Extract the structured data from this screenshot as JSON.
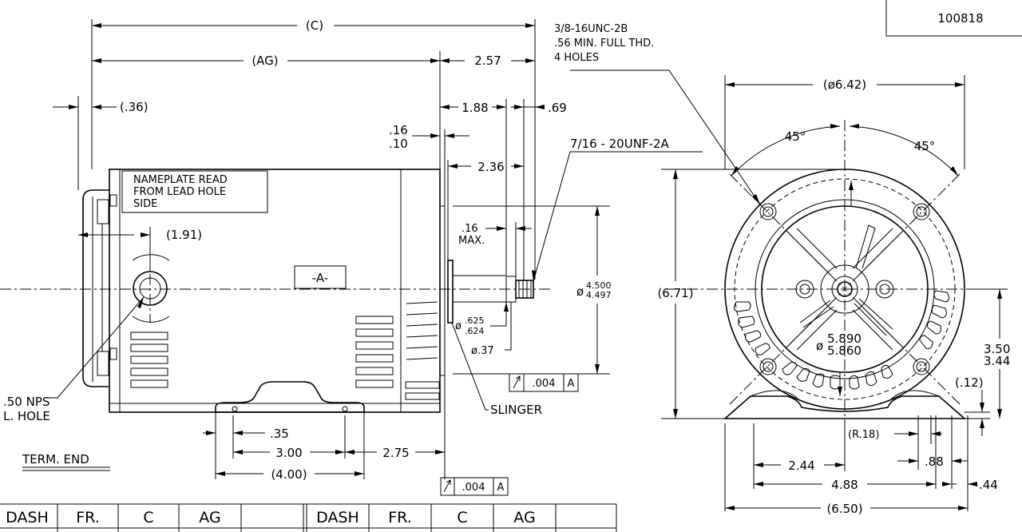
{
  "drawing_number": "100818",
  "side_view": {
    "dim_c": "(C)",
    "dim_ag": "(AG)",
    "dim_2_57": "2.57",
    "dim_36": "(.36)",
    "dim_1_88": "1.88",
    "dim_69": ".69",
    "dim_16_top": ".16",
    "dim_10": ".10",
    "dim_2_36": "2.36",
    "nameplate_line1": "NAMEPLATE READ",
    "nameplate_line2": "FROM LEAD HOLE",
    "nameplate_line3": "SIDE",
    "dim_1_91": "(1.91)",
    "datum_a": "-A-",
    "dim_16_max": ".16",
    "max_label": "MAX.",
    "shaft_dia_symbol": "ø",
    "shaft_dia_top": "4.500",
    "shaft_dia_bottom": "4.497",
    "shaft_625": ".625",
    "shaft_624": ".624",
    "dia_37": "ø.37",
    "tol_value": ".004",
    "tol_datum": "A",
    "slinger": "SLINGER",
    "thread_716": "7/16 - 20UNF-2A",
    "lead_hole_line1": ".50 NPS",
    "lead_hole_line2": "L. HOLE",
    "term_end": "TERM. END",
    "dim_35": ".35",
    "dim_3_00": "3.00",
    "dim_2_75": "2.75",
    "dim_4_00": "(4.00)"
  },
  "end_view": {
    "thread_note_line1": "3/8-16UNC-2B",
    "thread_note_line2": ".56 MIN. FULL THD.",
    "thread_note_line3": "4 HOLES",
    "dim_6_42": "(ø6.42)",
    "angle_left": "45°",
    "angle_right": "45°",
    "dim_6_71": "(6.71)",
    "dia_5_890": "5.890",
    "dia_5_860": "5.860",
    "dia_symbol": "ø",
    "dim_3_50": "3.50",
    "dim_3_44": "3.44",
    "dim_12": "(.12)",
    "dim_r18": "(R.18)",
    "dim_88": ".88",
    "dim_2_44": "2.44",
    "dim_4_88": "4.88",
    "dim_44": ".44",
    "dim_6_50": "(6.50)"
  },
  "table": {
    "left_headers": [
      "DASH",
      "FR.",
      "C",
      "AG",
      ""
    ],
    "right_headers": [
      "DASH",
      "FR.",
      "C",
      "AG",
      ""
    ]
  }
}
